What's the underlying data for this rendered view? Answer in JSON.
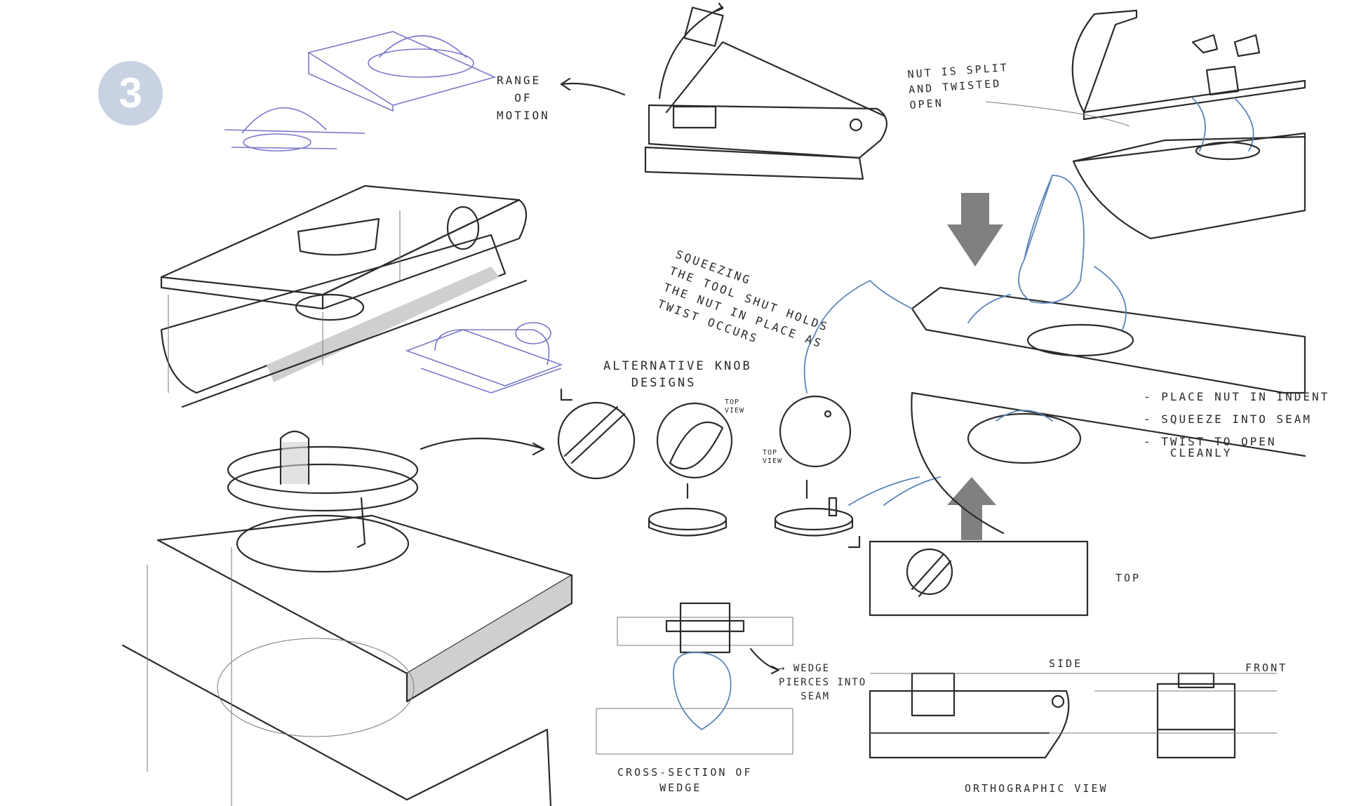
{
  "badge": {
    "number": "3"
  },
  "notes": {
    "range_of_motion": "RANGE\n  OF\nMOTION",
    "nut_split": "NUT IS SPLIT\nAND TWISTED\nOPEN",
    "squeezing": "SQUEEZING\nTHE TOOL SHUT HOLDS\nTHE NUT IN PLACE AS\nTWIST OCCURS",
    "alt_knob": "ALTERNATIVE KNOB\n   DESIGNS",
    "top_view_1": "TOP\nVIEW",
    "top_view_2": "TOP\nVIEW",
    "steps": "- PLACE NUT IN INDENT\n\n- SQUEEZE INTO SEAM\n\n- TWIST TO OPEN\n   CLEANLY",
    "wedge": "→ WEDGE\nPIERCES INTO\n   SEAM",
    "cross_section": "CROSS-SECTION OF\n     WEDGE",
    "top_label": "TOP",
    "side_label": "SIDE",
    "front_label": "FRONT",
    "ortho_caption": "ORTHOGRAPHIC VIEW"
  },
  "colors": {
    "ink": "#2b2b2b",
    "pencil_blue": "#5a86b8",
    "pencil_violet": "#7b79c8",
    "badge": "#c9d2e2"
  }
}
